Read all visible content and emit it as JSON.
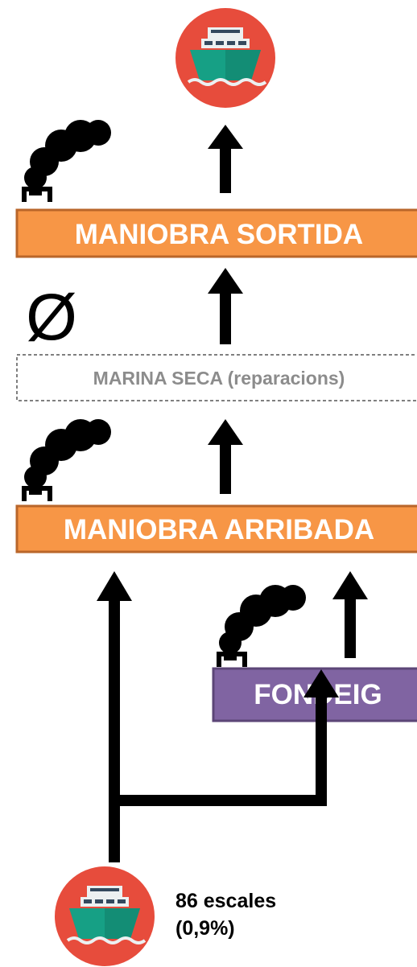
{
  "boxes": {
    "maniobra_sortida": "MANIOBRA SORTIDA",
    "marina_seca": "MARINA SECA (reparacions)",
    "maniobra_arribada": "MANIOBRA ARRIBADA",
    "fondeig": "FONDEIG"
  },
  "null_symbol": "Ø",
  "caption": {
    "escales": "86 escales",
    "percent": "(0,9%)"
  },
  "icons": {
    "ship": "ship-icon",
    "smoke": "smokestack-icon"
  },
  "colors": {
    "orange_box": "#f79646",
    "orange_border": "#b9662a",
    "purple_box": "#8064a2",
    "purple_border": "#5c4677",
    "gray_text": "#8c8c8c",
    "ship_circle": "#e74c3c",
    "ship_hull": "#16a085",
    "arrow": "#000000"
  }
}
